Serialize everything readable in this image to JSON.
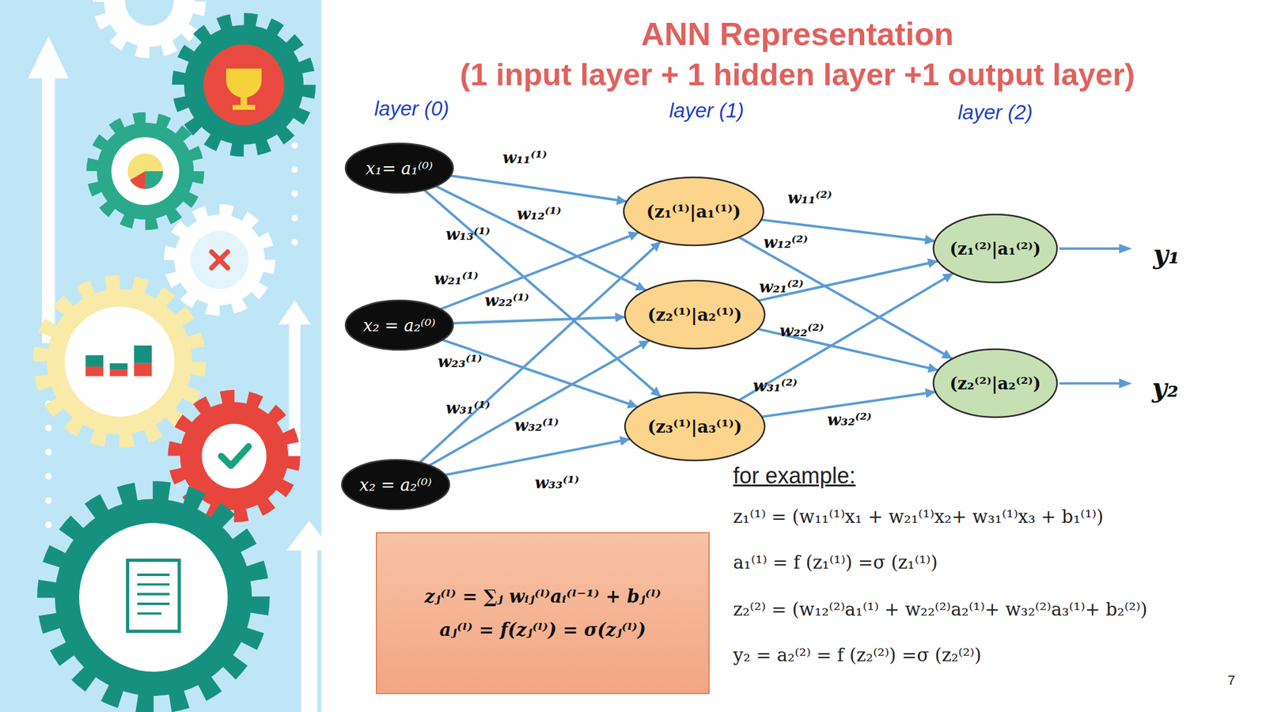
{
  "diagram": {
    "title": "ANN Representation",
    "nodes": [
      {
        "text": [
          "x₁= a₁⁽⁰⁾"
        ]
      },
      {
        "text": [
          "x₂ = a₂⁽⁰⁾"
        ]
      },
      {
        "text": [
          "x₂ = a₂⁽⁰⁾"
        ]
      },
      {
        "text": [
          "(z₁⁽¹⁾|a₁⁽¹⁾)"
        ]
      },
      {
        "text": [
          "(z₂⁽¹⁾|a₂⁽¹⁾)"
        ]
      },
      {
        "text": [
          "(z₃⁽¹⁾|a₃⁽¹⁾)"
        ]
      },
      {
        "text": [
          "(z₁⁽²⁾|a₁⁽²⁾)"
        ]
      },
      {
        "text": [
          "(z₂⁽²⁾|a₂⁽²⁾)"
        ]
      },
      {
        "text": [
          "zⱼ⁽ˡ⁾ = ∑ⱼ wᵢⱼ⁽ˡ⁾aᵢ⁽ˡ⁻¹⁾ + bⱼ⁽ˡ⁾",
          "aⱼ⁽ˡ⁾ = f(zⱼ⁽ˡ⁾) = σ(zⱼ⁽ˡ⁾)"
        ]
      }
    ],
    "edges": [
      {
        "from": 0,
        "to": 3,
        "arrow": "to",
        "label": "w₁₁⁽¹⁾"
      },
      {
        "from": 0,
        "to": 4,
        "arrow": "to",
        "label": "w₁₂⁽¹⁾"
      },
      {
        "from": 0,
        "to": 5,
        "arrow": "to",
        "label": "w₁₃⁽¹⁾"
      },
      {
        "from": 1,
        "to": 3,
        "arrow": "to",
        "label": "w₂₁⁽¹⁾"
      },
      {
        "from": 1,
        "to": 4,
        "arrow": "to",
        "label": "w₂₂⁽¹⁾"
      },
      {
        "from": 1,
        "to": 5,
        "arrow": "to",
        "label": "w₂₃⁽¹⁾"
      },
      {
        "from": 2,
        "to": 3,
        "arrow": "to",
        "label": "w₃₁⁽¹⁾"
      },
      {
        "from": 2,
        "to": 4,
        "arrow": "to",
        "label": "w₃₂⁽¹⁾"
      },
      {
        "from": 2,
        "to": 5,
        "arrow": "to",
        "label": "w₃₃⁽¹⁾"
      },
      {
        "from": 3,
        "to": 6,
        "arrow": "to",
        "label": "w₁₁⁽²⁾"
      },
      {
        "from": 3,
        "to": 7,
        "arrow": "to",
        "label": "w₁₂⁽²⁾"
      },
      {
        "from": 4,
        "to": 6,
        "arrow": "to",
        "label": "w₂₁⁽²⁾"
      },
      {
        "from": 4,
        "to": 7,
        "arrow": "to",
        "label": "w₂₂⁽²⁾"
      },
      {
        "from": 5,
        "to": 6,
        "arrow": "to",
        "label": "w₃₁⁽²⁾"
      },
      {
        "from": 5,
        "to": 7,
        "arrow": "to",
        "label": "w₃₂⁽²⁾"
      }
    ],
    "labels": [
      "(1 input layer + 1 hidden layer +1 output layer)",
      "layer (0)",
      "layer (1)",
      "layer (2)",
      "y₁",
      "y₂",
      "for example:",
      "z₁⁽¹⁾ = (w₁₁⁽¹⁾x₁ + w₂₁⁽¹⁾x₂+ w₃₁⁽¹⁾x₃ + b₁⁽¹⁾)",
      "a₁⁽¹⁾ = f (z₁⁽¹⁾) =σ (z₁⁽¹⁾)",
      "z₂⁽²⁾ = (w₁₂⁽²⁾a₁⁽¹⁾ + w₂₂⁽²⁾a₂⁽¹⁾+ w₃₂⁽²⁾a₃⁽¹⁾+ b₂⁽²⁾)",
      "y₂ = a₂⁽²⁾ = f (z₂⁽²⁾) =σ (z₂⁽²⁾)",
      "7"
    ]
  }
}
